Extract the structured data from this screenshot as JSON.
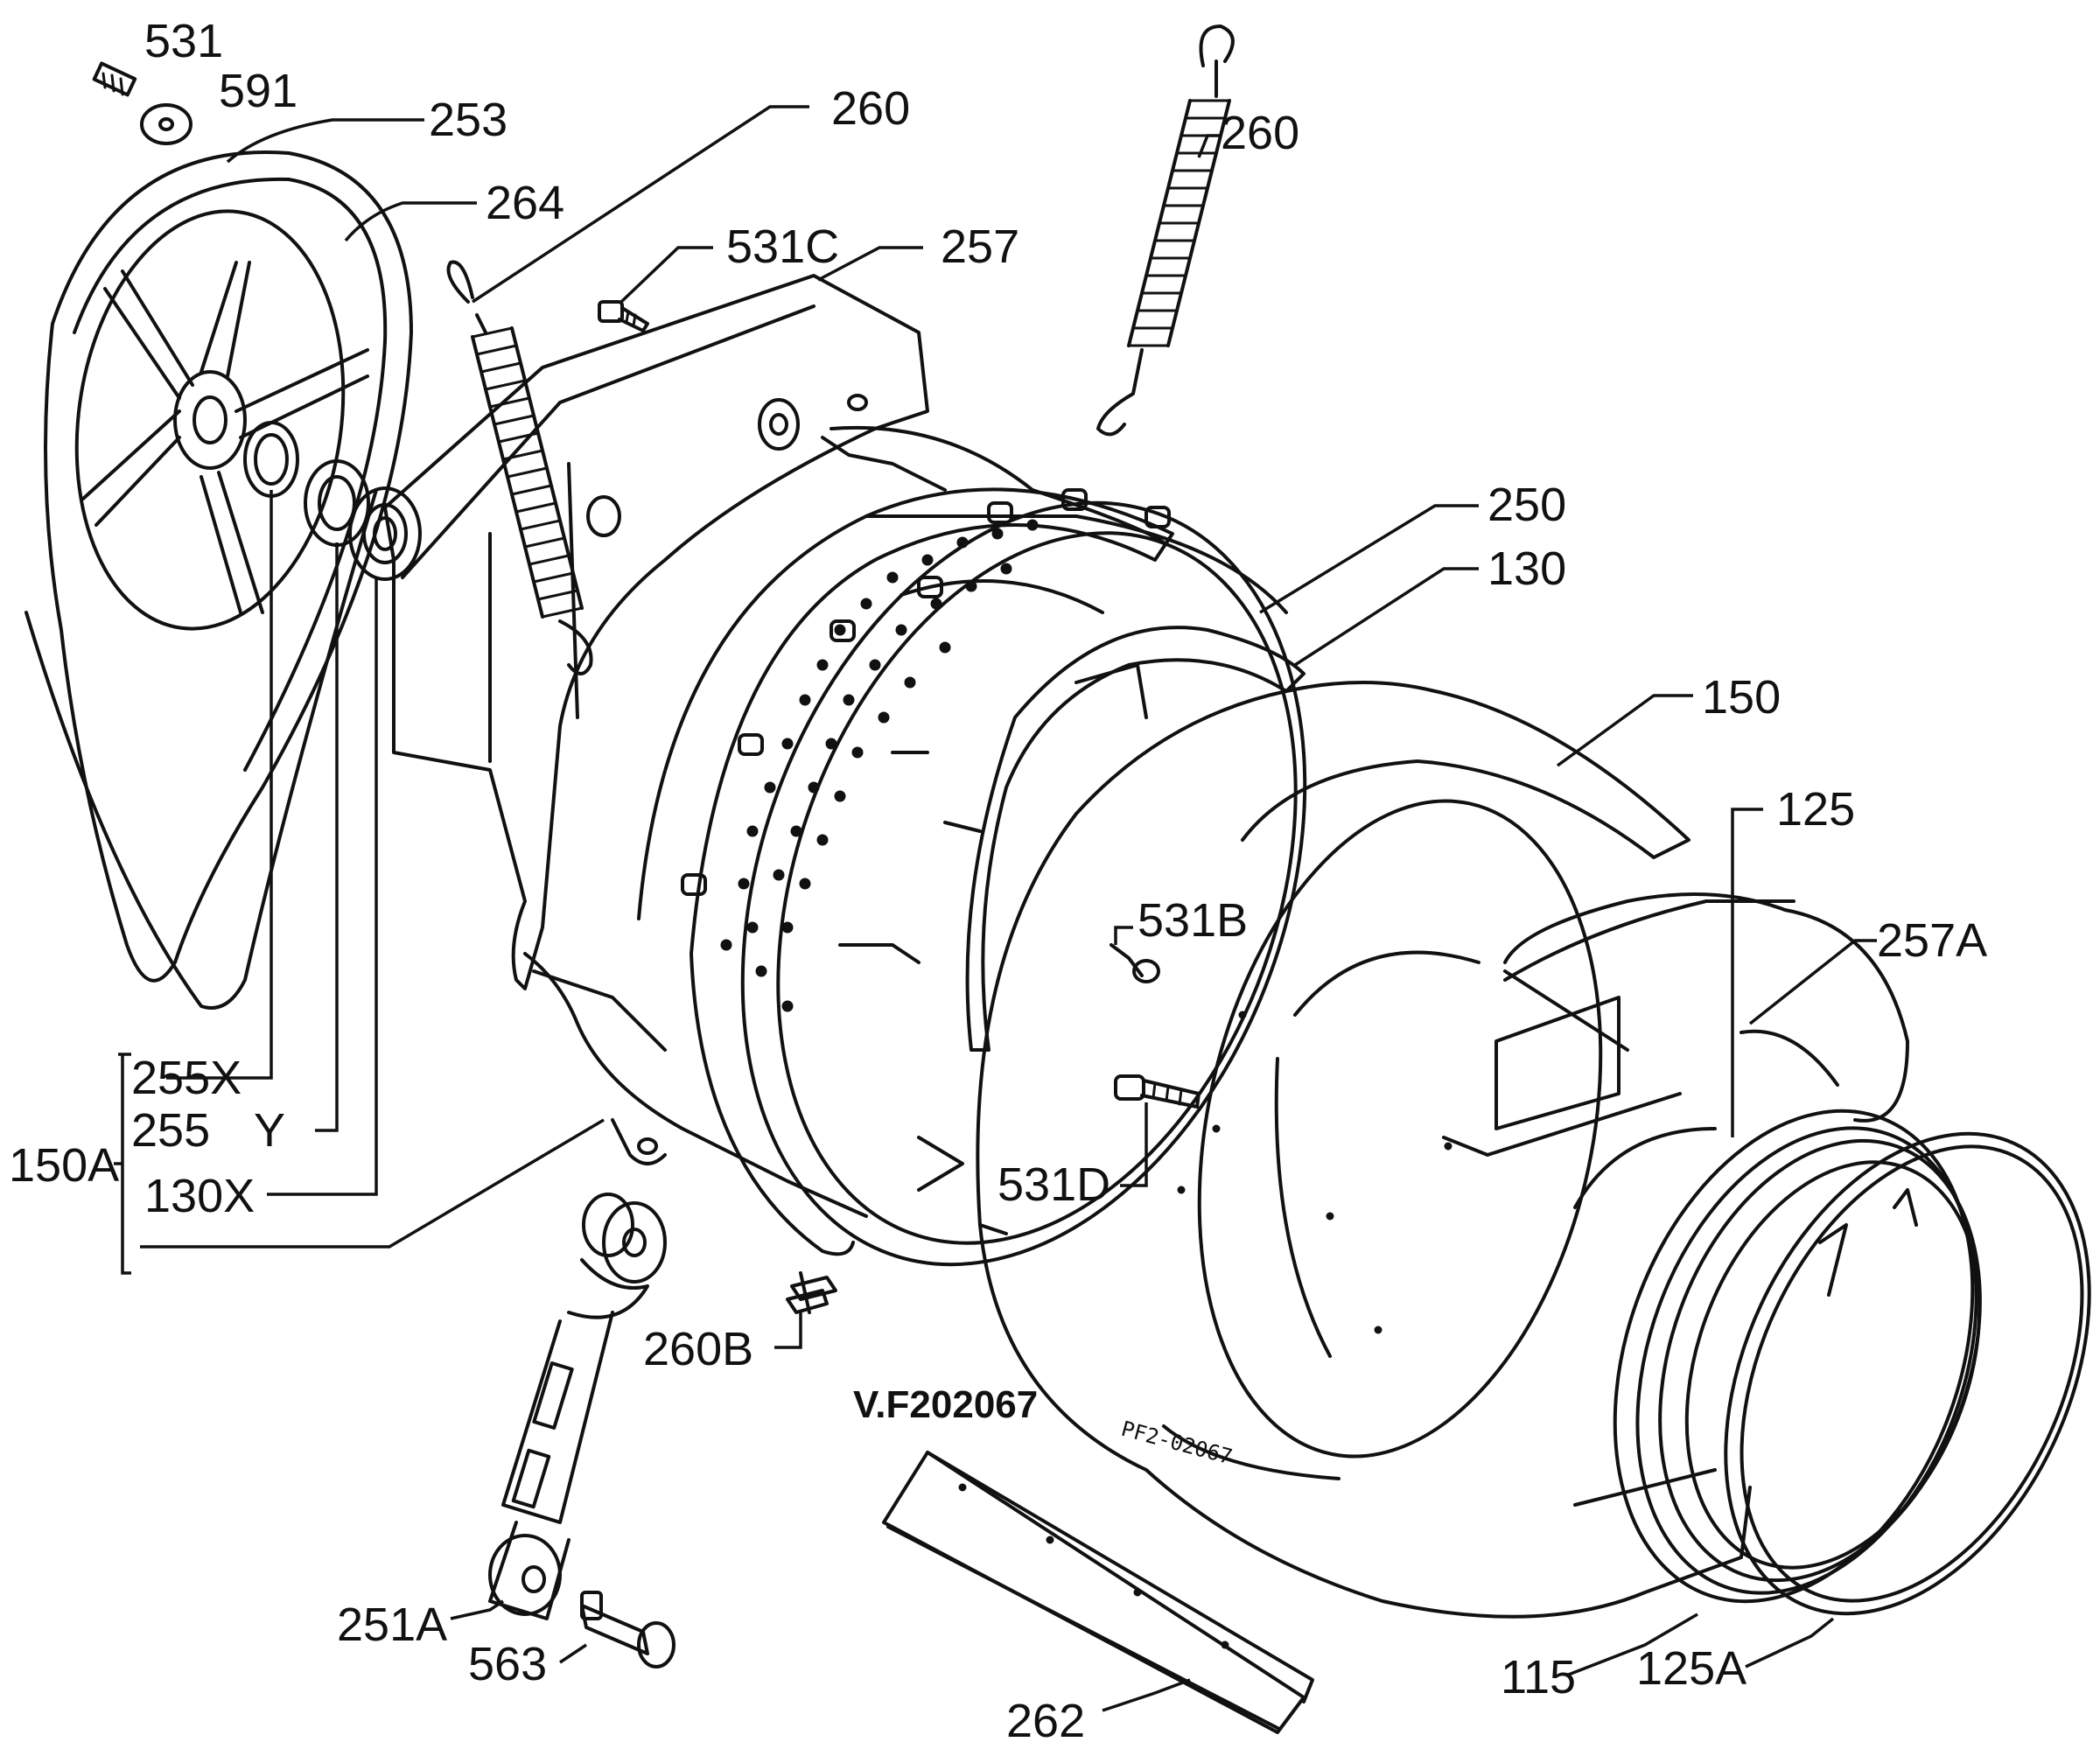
{
  "diagram_code": "V.F202067",
  "stamp_code": "PF2-02067",
  "labels": {
    "l531": "531",
    "l591": "591",
    "l253": "253",
    "l264": "264",
    "l260a": "260",
    "l260b": "260",
    "l531c": "531C",
    "l257": "257",
    "l250": "250",
    "l130": "130",
    "l150": "150",
    "l125": "125",
    "l257a": "257A",
    "l531b": "531B",
    "l531d": "531D",
    "l255x": "255X",
    "l255": "255",
    "ly": "Y",
    "l150a": "150A",
    "l130x": "130X",
    "l260b2": "260B",
    "l251a": "251A",
    "l563": "563",
    "l262": "262",
    "l115": "115",
    "l125a": "125A"
  }
}
